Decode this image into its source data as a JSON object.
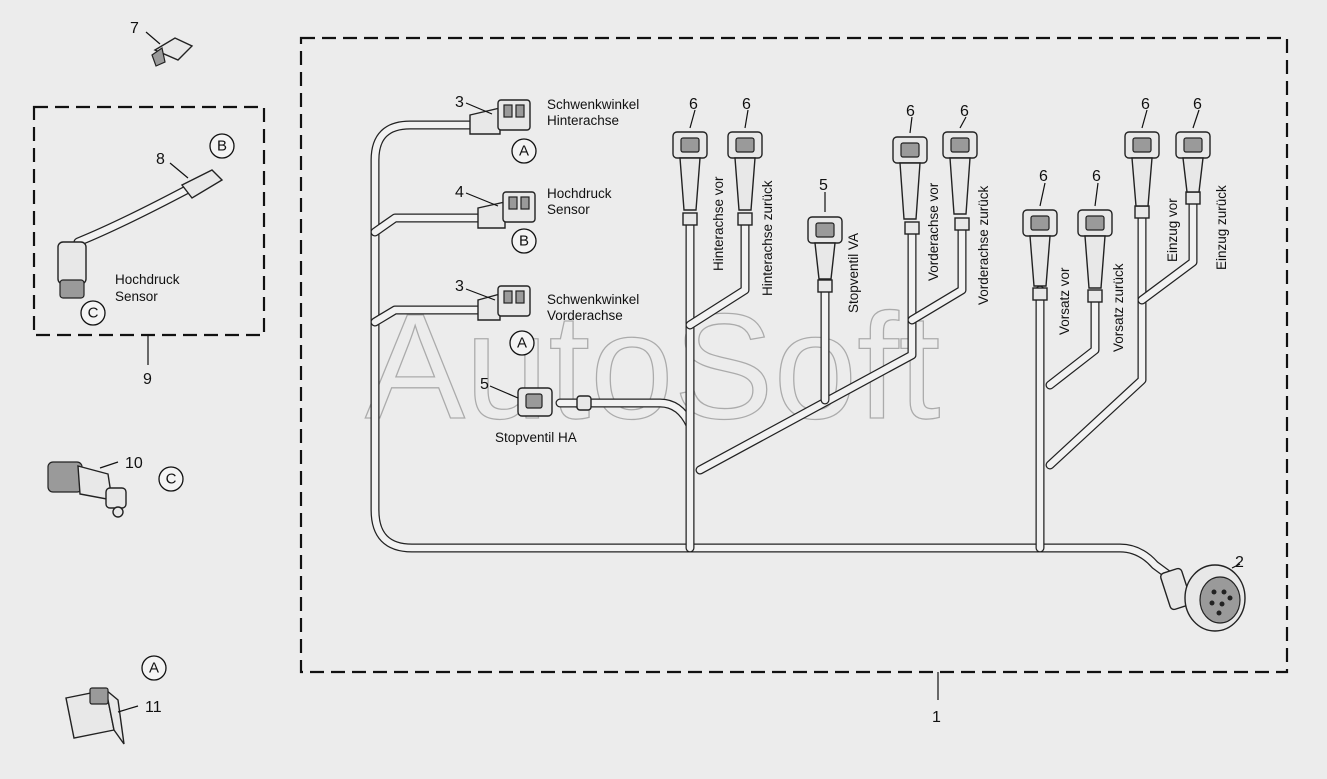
{
  "watermark": "AutoSoft",
  "labels": {
    "schwenkwinkel_hinterachse_1": "Schwenkwinkel",
    "schwenkwinkel_hinterachse_2": "Hinterachse",
    "hochdruck_sensor_1": "Hochdruck",
    "hochdruck_sensor_2": "Sensor",
    "schwenkwinkel_vorderachse_1": "Schwenkwinkel",
    "schwenkwinkel_vorderachse_2": "Vorderachse",
    "stopventil_ha": "Stopventil HA",
    "stopventil_va": "Stopventil VA",
    "hinterachse_vor": "Hinterachse vor",
    "hinterachse_zurueck": "Hinterachse zurück",
    "vorderachse_vor": "Vorderachse vor",
    "vorderachse_zurueck": "Vorderachse zurück",
    "vorsatz_vor": "Vorsatz vor",
    "vorsatz_zurueck": "Vorsatz zurück",
    "einzug_vor": "Einzug vor",
    "einzug_zurueck": "Einzug zurück",
    "inset_hochdruck_1": "Hochdruck",
    "inset_hochdruck_2": "Sensor"
  },
  "numbers": {
    "n1": "1",
    "n2": "2",
    "n3a": "3",
    "n3b": "3",
    "n4": "4",
    "n5a": "5",
    "n5b": "5",
    "n6a": "6",
    "n6b": "6",
    "n6c": "6",
    "n6d": "6",
    "n6e": "6",
    "n6f": "6",
    "n6g": "6",
    "n6h": "6",
    "n7": "7",
    "n8": "8",
    "n9": "9",
    "n10": "10",
    "n11": "11"
  },
  "markers": {
    "a1": "A",
    "a2": "A",
    "a3": "A",
    "b1": "B",
    "b2": "B",
    "c1": "C",
    "c2": "C"
  }
}
